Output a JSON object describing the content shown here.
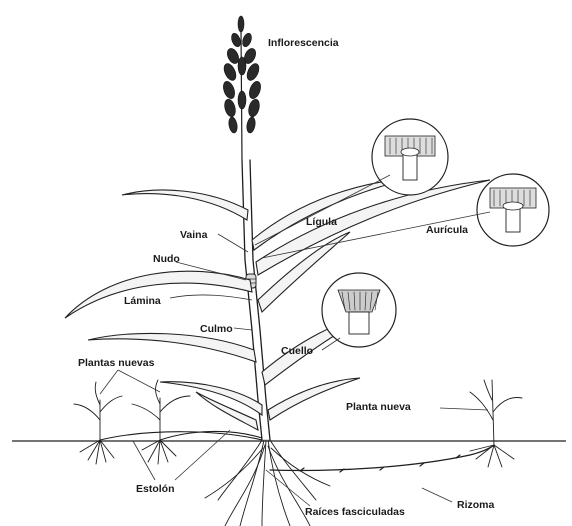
{
  "labels": {
    "inflorescencia": "Inflorescencia",
    "ligula": "Lígula",
    "auricula": "Aurícula",
    "vaina": "Vaina",
    "nudo": "Nudo",
    "lamina": "Lámina",
    "culmo": "Culmo",
    "cuello": "Cuello",
    "plantas_nuevas": "Plantas nuevas",
    "planta_nueva": "Planta nueva",
    "estolon": "Estolón",
    "raices_fasciculadas": "Raíces fasciculadas",
    "rizoma": "Rizoma"
  }
}
